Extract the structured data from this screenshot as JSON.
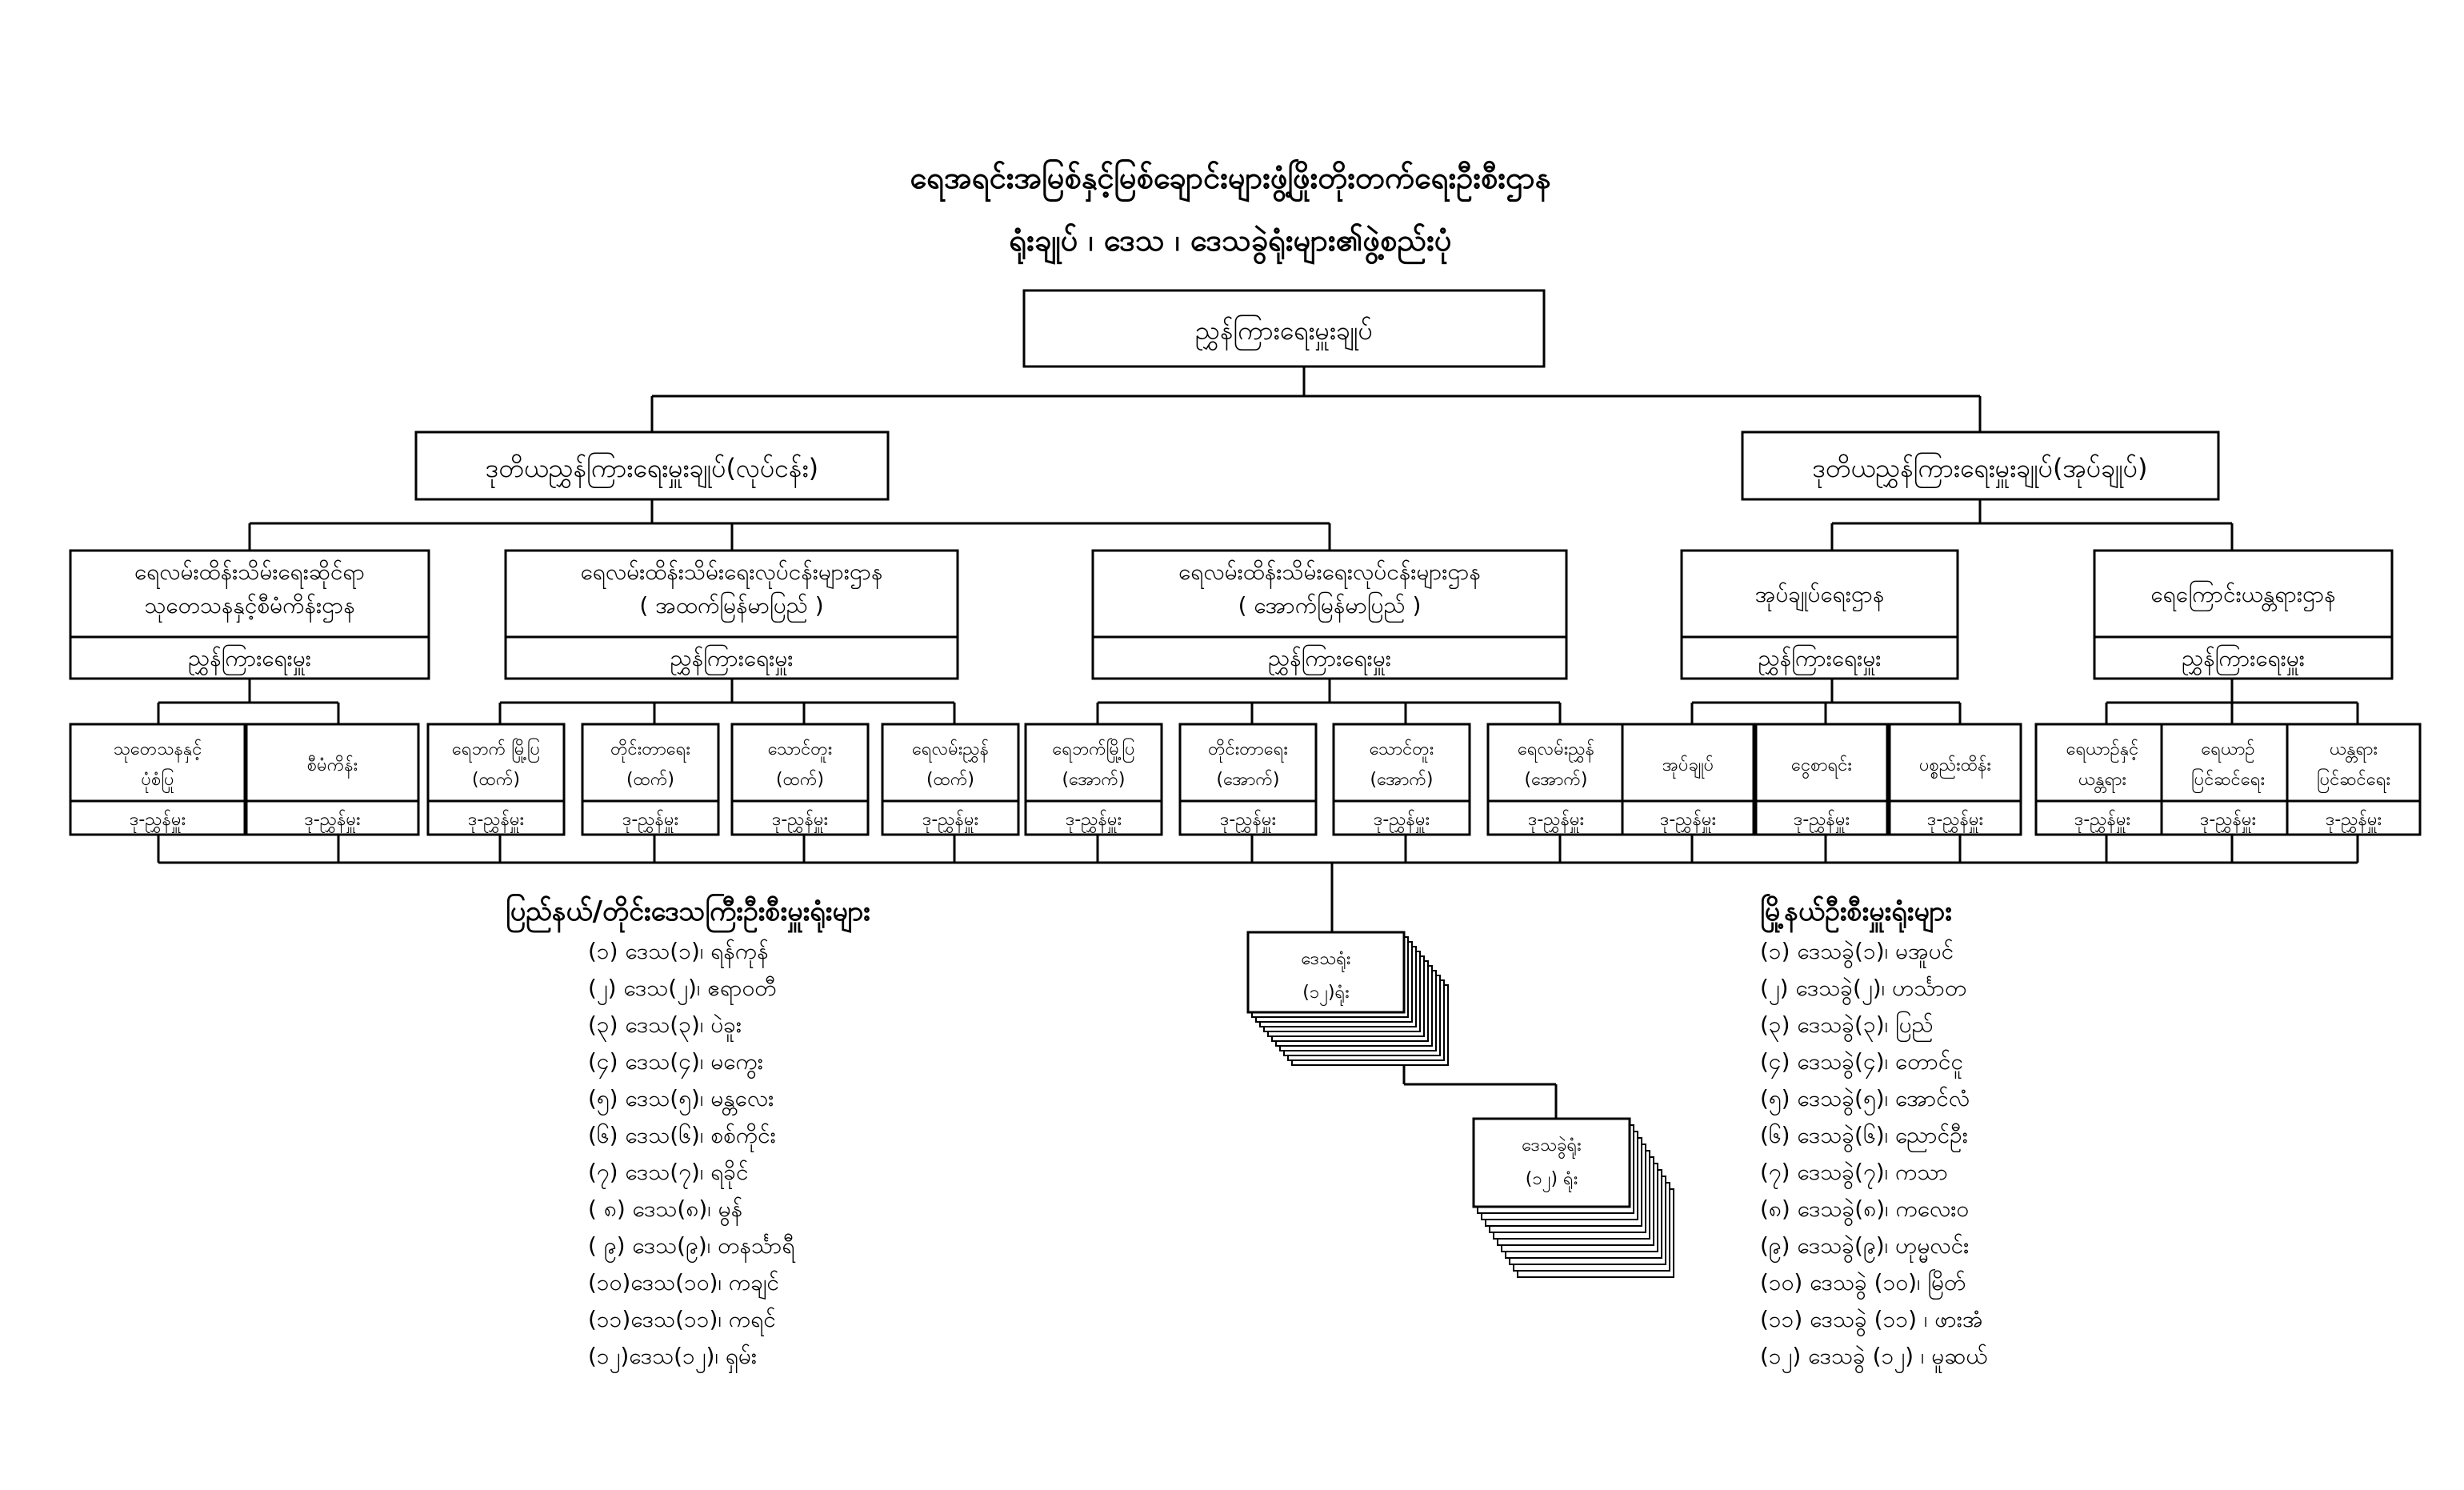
{
  "title": {
    "line1": "ရေအရင်းအမြစ်နှင့်မြစ်ချောင်းများဖွံ့ဖြိုးတိုးတက်ရေးဦးစီးဌာန",
    "line2": "ရုံးချုပ် ၊ ဒေသ ၊ ဒေသခွဲရုံးများ၏ဖွဲ့စည်းပုံ"
  },
  "top": {
    "label": "ညွှန်ကြားရေးမှူးချုပ်"
  },
  "deputies": {
    "left": "ဒုတိယညွှန်ကြားရေးမှူးချုပ်(လုပ်ငန်း)",
    "right": "ဒုတိယညွှန်ကြားရေးမှူးချုပ်(အုပ်ချုပ်)"
  },
  "depts": [
    {
      "lines": [
        "ရေလမ်းထိန်းသိမ်းရေးဆိုင်ရာ",
        "သုတေသနနှင့်စီမံကိန်းဌာန"
      ],
      "foot": "ညွှန်ကြားရေးမှူး"
    },
    {
      "lines": [
        "ရေလမ်းထိန်းသိမ်းရေးလုပ်ငန်းများဌာန",
        "( အထက်မြန်မာပြည် )"
      ],
      "foot": "ညွှန်ကြားရေးမှူး"
    },
    {
      "lines": [
        "ရေလမ်းထိန်းသိမ်းရေးလုပ်ငန်းများဌာန",
        "( အောက်မြန်မာပြည် )"
      ],
      "foot": "ညွှန်ကြားရေးမှူး"
    },
    {
      "lines": [
        "အုပ်ချုပ်ရေးဌာန"
      ],
      "foot": "ညွှန်ကြားရေးမှူး"
    },
    {
      "lines": [
        "ရေကြောင်းယန္တရားဌာန"
      ],
      "foot": "ညွှန်ကြားရေးမှူး"
    }
  ],
  "units": [
    {
      "lines": [
        "သုတေသနနှင့်",
        "ပုံစံပြု"
      ],
      "foot": "ဒု-ညွှန်မှူး"
    },
    {
      "lines": [
        "စီမံကိန်း"
      ],
      "foot": "ဒု-ညွှန်မှူး"
    },
    {
      "lines": [
        "ရေဘက် မြို့ပြ",
        "(ထက်)"
      ],
      "foot": "ဒု-ညွှန်မှူး"
    },
    {
      "lines": [
        "တိုင်းတာရေး",
        "(ထက်)"
      ],
      "foot": "ဒု-ညွှန်မှူး"
    },
    {
      "lines": [
        "သောင်တူး",
        "(ထက်)"
      ],
      "foot": "ဒု-ညွှန်မှူး"
    },
    {
      "lines": [
        "ရေလမ်းညွှန်",
        "(ထက်)"
      ],
      "foot": "ဒု-ညွှန်မှူး"
    },
    {
      "lines": [
        "ရေဘက်မြို့ပြ",
        "(အောက်)"
      ],
      "foot": "ဒု-ညွှန်မှူး"
    },
    {
      "lines": [
        "တိုင်းတာရေး",
        "(အောက်)"
      ],
      "foot": "ဒု-ညွှန်မှူး"
    },
    {
      "lines": [
        "သောင်တူး",
        "(အောက်)"
      ],
      "foot": "ဒု-ညွှန်မှူး"
    },
    {
      "lines": [
        "ရေလမ်းညွှန်",
        "(အောက်)"
      ],
      "foot": "ဒု-ညွှန်မှူး"
    },
    {
      "lines": [
        "အုပ်ချုပ်"
      ],
      "foot": "ဒု-ညွှန်မှူး"
    },
    {
      "lines": [
        "ငွေစာရင်း"
      ],
      "foot": "ဒု-ညွှန်မှူး"
    },
    {
      "lines": [
        "ပစ္စည်းထိန်း"
      ],
      "foot": "ဒု-ညွှန်မှူး"
    },
    {
      "lines": [
        "ရေယာဉ်နှင့်",
        "ယန္တရား"
      ],
      "foot": "ဒု-ညွှန်မှူး"
    },
    {
      "lines": [
        "ရေယာဉ်",
        "ပြင်ဆင်ရေး"
      ],
      "foot": "ဒု-ညွှန်မှူး"
    },
    {
      "lines": [
        "ယန္တရား",
        "ပြင်ဆင်ရေး"
      ],
      "foot": "ဒု-ညွှန်မှူး"
    }
  ],
  "stacks": {
    "region": [
      "ဒေသရုံး",
      "(၁၂)ရုံး"
    ],
    "district": [
      "ဒေသခွဲရုံး",
      "(၁၂) ရုံး"
    ]
  },
  "lists": {
    "left": {
      "heading": "ပြည်နယ်/တိုင်းဒေသကြီးဦးစီးမှူးရုံးများ",
      "items": [
        "(၁) ဒေသ(၁)၊ ရန်ကုန်",
        "(၂) ဒေသ(၂)၊ ဧရာဝတီ",
        "(၃) ဒေသ(၃)၊ ပဲခူး",
        "(၄) ဒေသ(၄)၊ မကွေး",
        "(၅) ဒေသ(၅)၊ မန္တလေး",
        "(၆) ဒေသ(၆)၊ စစ်ကိုင်း",
        "(၇) ဒေသ(၇)၊ ရခိုင်",
        "( ၈) ဒေသ(၈)၊ မွန်",
        "( ၉) ဒေသ(၉)၊ တနင်္သာရီ",
        "(၁၀)ဒေသ(၁၀)၊ ကချင်",
        "(၁၁)ဒေသ(၁၁)၊ ကရင်",
        "(၁၂)ဒေသ(၁၂)၊ ရှမ်း"
      ]
    },
    "right": {
      "heading": "မြို့နယ်ဦးစီးမှူးရုံးများ",
      "items": [
        "(၁) ဒေသခွဲ(၁)၊ မအူပင်",
        "(၂) ဒေသခွဲ(၂)၊ ဟင်္သာတ",
        "(၃) ဒေသခွဲ(၃)၊ ပြည်",
        "(၄) ဒေသခွဲ(၄)၊ တောင်ငူ",
        "(၅) ဒေသခွဲ(၅)၊ အောင်လံ",
        "(၆) ဒေသခွဲ(၆)၊ ညောင်ဦး",
        "(၇) ဒေသခွဲ(၇)၊ ကသာ",
        "(၈) ဒေသခွဲ(၈)၊ ကလေးဝ",
        "(၉) ဒေသခွဲ(၉)၊ ဟုမ္မလင်း",
        "(၁၀) ဒေသခွဲ (၁၀)၊ မြိတ်",
        "(၁၁) ဒေသခွဲ (၁၁) ၊ ဖားအံ",
        "(၁၂) ဒေသခွဲ (၁၂) ၊ မူဆယ်"
      ]
    }
  }
}
